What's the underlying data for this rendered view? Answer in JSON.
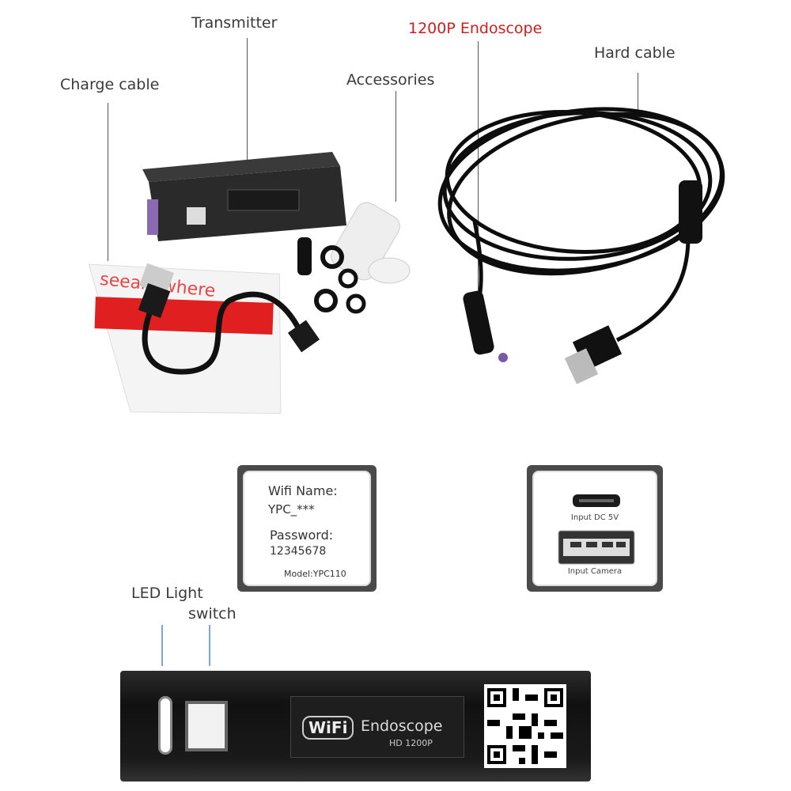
{
  "callouts": {
    "transmitter": "Transmitter",
    "endoscope": "1200P Endoscope",
    "hard_cable": "Hard cable",
    "charge_cable": "Charge cable",
    "accessories": "Accessories",
    "led_light": "LED Light",
    "switch": "switch"
  },
  "wifi_card": {
    "name_label": "Wifi Name:",
    "name_value": "YPC_***",
    "password_label": "Password:",
    "password_value": "12345678",
    "model": "Model:YPC110"
  },
  "ports_card": {
    "input_dc": "Input DC 5V",
    "input_camera": "Input Camera"
  },
  "device": {
    "wifi_logo": "WiFi",
    "title": "Endoscope",
    "subtitle": "HD 1200P"
  },
  "colors": {
    "accent_red": "#d51c1c",
    "device_black": "#161616"
  }
}
